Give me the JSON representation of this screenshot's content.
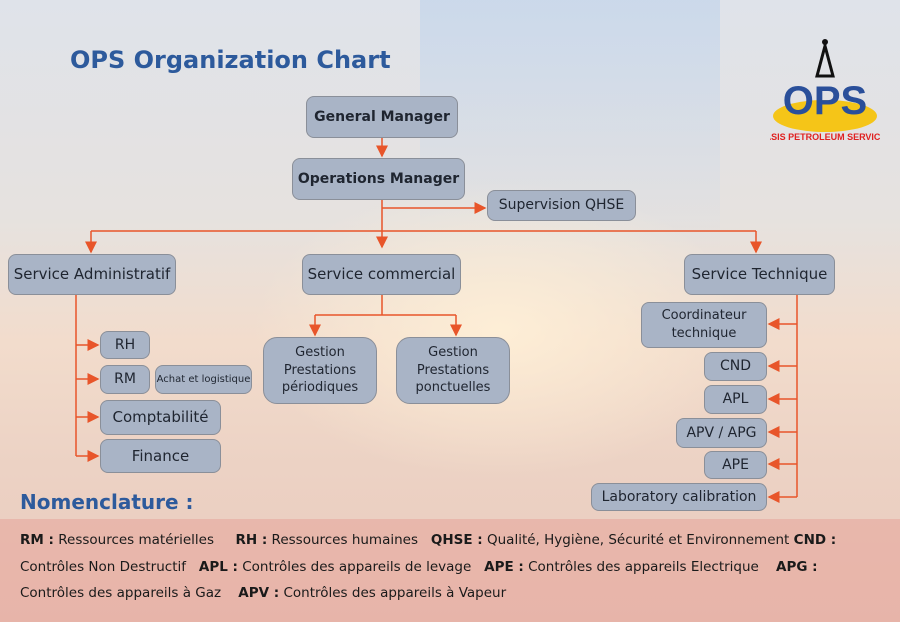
{
  "title": "OPS Organization Chart",
  "logo": {
    "text": "OPS",
    "tagline": "OASIS PETROLEUM SERVICES"
  },
  "nodes": {
    "general_manager": "General Manager",
    "operations_manager": "Operations Manager",
    "supervision_qhse": "Supervision QHSE",
    "service_administratif": "Service Administratif",
    "service_commercial": "Service commercial",
    "service_technique": "Service Technique",
    "rh": "RH",
    "rm": "RM",
    "achat": "Achat et logistique",
    "comptabilite": "Comptabilité",
    "finance": "Finance",
    "gestion_periodiques": "Gestion Prestations périodiques",
    "gestion_ponctuelles": "Gestion Prestations ponctuelles",
    "coordinateur": "Coordinateur technique",
    "cnd": "CND",
    "apl": "APL",
    "apv_apg": "APV / APG",
    "ape": "APE",
    "lab": "Laboratory calibration"
  },
  "nomenclature": {
    "title": "Nomenclature :",
    "items": [
      {
        "abbr": "RM :",
        "desc": "Ressources matérielles"
      },
      {
        "abbr": "RH :",
        "desc": "Ressources humaines"
      },
      {
        "abbr": "QHSE :",
        "desc": "Qualité, Hygiène, Sécurité et Environnement"
      },
      {
        "abbr": "CND :",
        "desc": "Contrôles Non Destructif"
      },
      {
        "abbr": "APL :",
        "desc": "Contrôles des appareils de levage"
      },
      {
        "abbr": "APE :",
        "desc": "Contrôles des appareils Electrique"
      },
      {
        "abbr": "APG :",
        "desc": "Contrôles des appareils à Gaz"
      },
      {
        "abbr": "APV :",
        "desc": "Contrôles des appareils à Vapeur"
      }
    ]
  },
  "colors": {
    "connector": "#e8552a",
    "title": "#2d5a9c",
    "box": "#a9b4c6"
  }
}
